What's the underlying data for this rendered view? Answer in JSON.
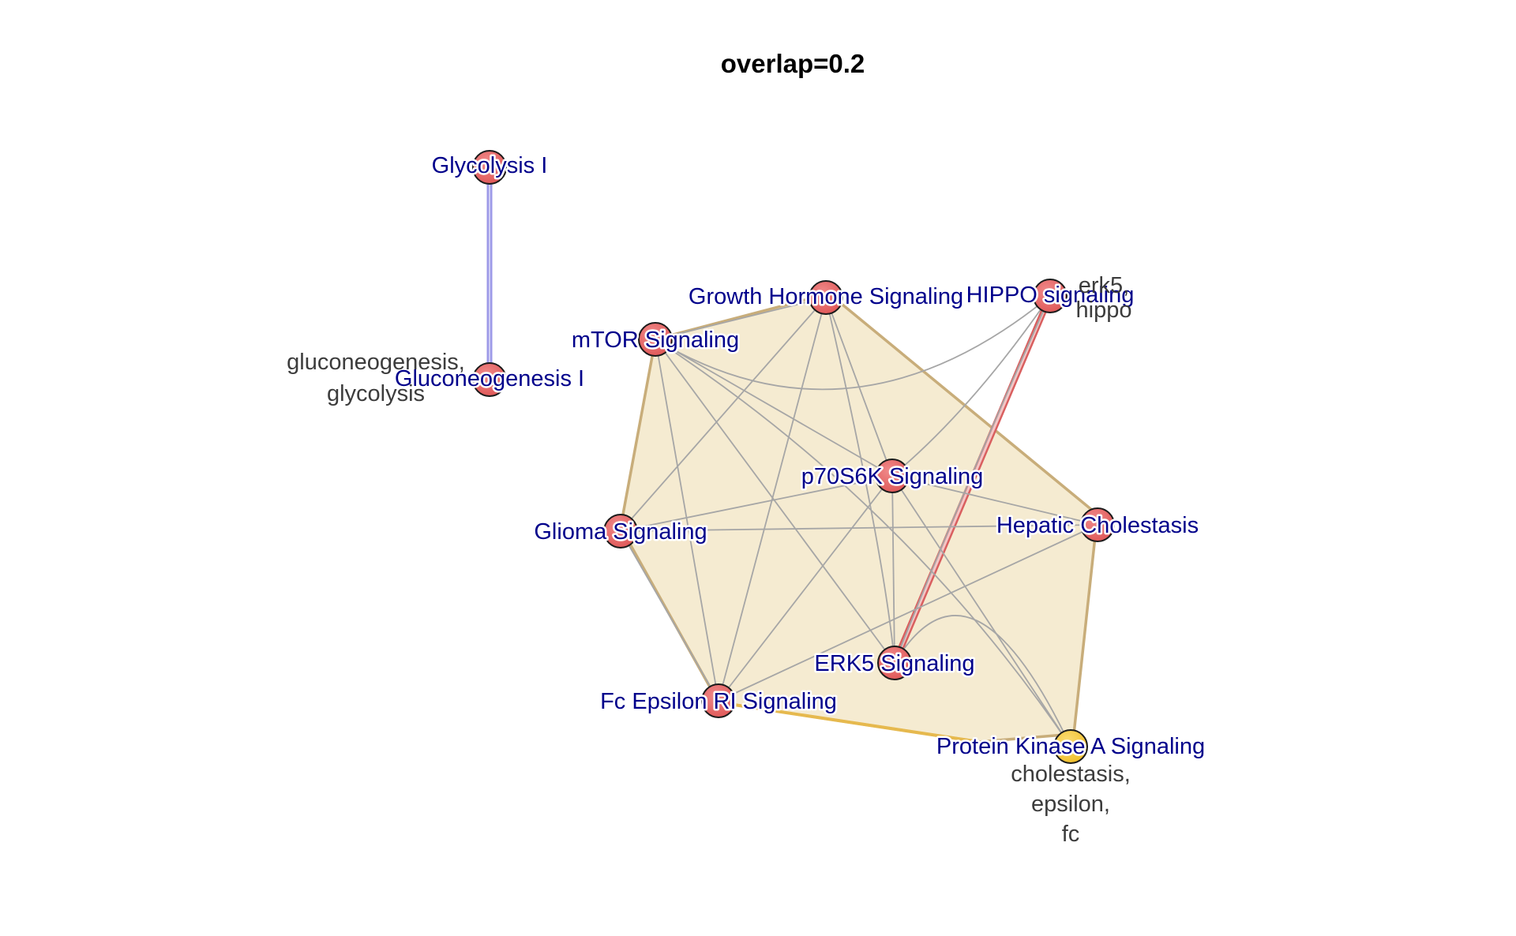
{
  "title": "overlap=0.2",
  "colors": {
    "node_fill": "#e05a5a",
    "node_fill_highlight": "#f2c12e",
    "node_stroke": "#1a1a1a",
    "node_label": "#00008b",
    "cluster_label": "#3c3c3c",
    "edge_gray": "#a6a6a6",
    "hull_fill": "#f5ebd1",
    "hull_stroke": "#c8ad7a",
    "hull_stroke_highlight": "#e6b94e",
    "edge_blue": "#9d9ae8",
    "edge_red": "#d95f5f"
  },
  "nodes": [
    {
      "id": "glycolysis",
      "label": "Glycolysis I",
      "type": "normal"
    },
    {
      "id": "gluconeogenesis",
      "label": "Gluconeogenesis I",
      "type": "normal"
    },
    {
      "id": "mtor",
      "label": "mTOR Signaling",
      "type": "normal"
    },
    {
      "id": "growth",
      "label": "Growth Hormone Signaling",
      "type": "normal"
    },
    {
      "id": "hippo",
      "label": "HIPPO signaling",
      "type": "normal"
    },
    {
      "id": "p70",
      "label": "p70S6K Signaling",
      "type": "normal"
    },
    {
      "id": "glioma",
      "label": "Glioma Signaling",
      "type": "normal"
    },
    {
      "id": "hepatic",
      "label": "Hepatic Cholestasis",
      "type": "normal"
    },
    {
      "id": "erk5",
      "label": "ERK5 Signaling",
      "type": "normal"
    },
    {
      "id": "fc",
      "label": "Fc Epsilon RI Signaling",
      "type": "normal"
    },
    {
      "id": "pka",
      "label": "Protein Kinase A Signaling",
      "type": "highlight"
    }
  ],
  "cluster_labels": [
    {
      "id": "cluster-gluco",
      "lines": [
        "gluconeogenesis,",
        "glycolysis"
      ]
    },
    {
      "id": "cluster-hippo",
      "lines": [
        "erk5,",
        "hippo"
      ]
    },
    {
      "id": "cluster-pka",
      "lines": [
        "cholestasis,",
        "epsilon,",
        "fc"
      ]
    }
  ],
  "edges": [
    {
      "source": "glycolysis",
      "target": "gluconeogenesis",
      "style": "blue"
    },
    {
      "source": "hippo",
      "target": "erk5",
      "style": "red"
    },
    {
      "source": "mtor",
      "target": "growth",
      "style": "gray"
    },
    {
      "source": "mtor",
      "target": "p70",
      "style": "gray"
    },
    {
      "source": "mtor",
      "target": "erk5",
      "style": "gray"
    },
    {
      "source": "mtor",
      "target": "pka",
      "style": "gray"
    },
    {
      "source": "mtor",
      "target": "fc",
      "style": "gray"
    },
    {
      "source": "mtor",
      "target": "hippo",
      "style": "gray"
    },
    {
      "source": "growth",
      "target": "p70",
      "style": "gray"
    },
    {
      "source": "growth",
      "target": "glioma",
      "style": "gray"
    },
    {
      "source": "growth",
      "target": "fc",
      "style": "gray"
    },
    {
      "source": "growth",
      "target": "erk5",
      "style": "gray"
    },
    {
      "source": "p70",
      "target": "glioma",
      "style": "gray"
    },
    {
      "source": "p70",
      "target": "hepatic",
      "style": "gray"
    },
    {
      "source": "p70",
      "target": "erk5",
      "style": "gray"
    },
    {
      "source": "p70",
      "target": "fc",
      "style": "gray"
    },
    {
      "source": "p70",
      "target": "pka",
      "style": "gray"
    },
    {
      "source": "p70",
      "target": "hippo",
      "style": "gray"
    },
    {
      "source": "glioma",
      "target": "hepatic",
      "style": "gray"
    },
    {
      "source": "glioma",
      "target": "fc",
      "style": "gray"
    },
    {
      "source": "fc",
      "target": "hepatic",
      "style": "gray"
    },
    {
      "source": "erk5",
      "target": "pka",
      "style": "gray"
    },
    {
      "source": "erk5",
      "target": "hippo",
      "style": "gray"
    }
  ]
}
